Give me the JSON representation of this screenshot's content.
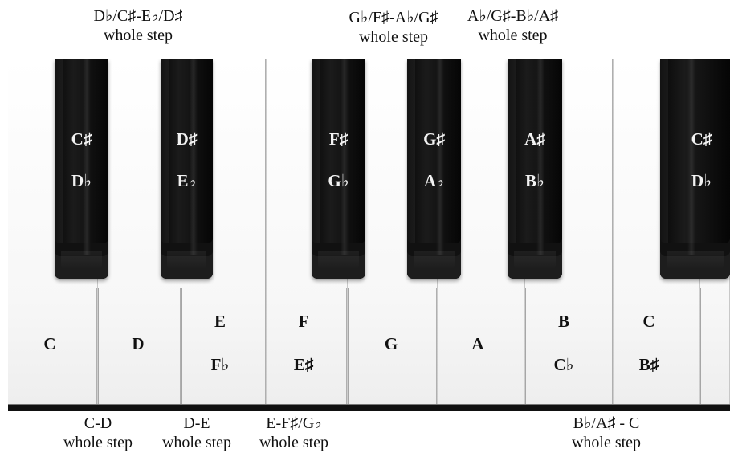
{
  "top_captions": [
    {
      "line1": "D♭/C♯-E♭/D♯",
      "line2": "whole step"
    },
    {
      "line1": "G♭/F♯-A♭/G♯",
      "line2": "whole step"
    },
    {
      "line1": "A♭/G♯-B♭/A♯",
      "line2": "whole step"
    }
  ],
  "bottom_captions": [
    {
      "line1": "C-D",
      "line2": "whole step"
    },
    {
      "line1": "D-E",
      "line2": "whole step"
    },
    {
      "line1": "E-F♯/G♭",
      "line2": "whole step"
    },
    {
      "line1": "B♭/A♯ - C",
      "line2": "whole step"
    }
  ],
  "black_keys": [
    {
      "top": "C♯",
      "bottom": "D♭"
    },
    {
      "top": "D♯",
      "bottom": "E♭"
    },
    {
      "top": "F♯",
      "bottom": "G♭"
    },
    {
      "top": "G♯",
      "bottom": "A♭"
    },
    {
      "top": "A♯",
      "bottom": "B♭"
    },
    {
      "top": "C♯",
      "bottom": "D♭"
    }
  ],
  "white_keys": [
    {
      "single": "C"
    },
    {
      "single": "D"
    },
    {
      "top": "E",
      "bottom": "F♭"
    },
    {
      "top": "F",
      "bottom": "E♯"
    },
    {
      "single": "G"
    },
    {
      "single": "A"
    },
    {
      "top": "B",
      "bottom": "C♭"
    },
    {
      "top": "C",
      "bottom": "B♯"
    }
  ],
  "colors": {
    "background": "#ffffff",
    "white_key": "#f7f7f7",
    "black_key": "#0b0b0b",
    "text": "#111111",
    "black_key_text": "#f2f2f2"
  }
}
